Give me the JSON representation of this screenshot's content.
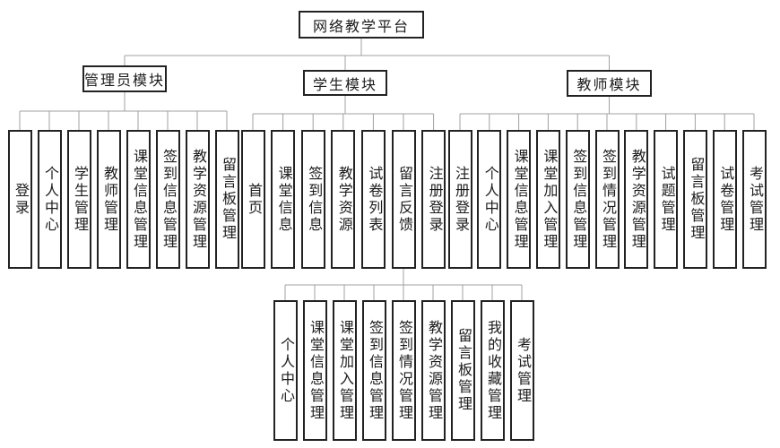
{
  "diagram": {
    "root": "网络教学平台",
    "modules": [
      {
        "label": "管理员模块",
        "children": [
          "登录",
          "个人中心",
          "学生管理",
          "教师管理",
          "课堂信息管理",
          "签到信息管理",
          "教学资源管理",
          "留言板管理"
        ]
      },
      {
        "label": "学生模块",
        "children": [
          "首页",
          "课堂信息",
          "签到信息",
          "教学资源",
          "试卷列表",
          "留言反馈",
          "注册登录"
        ]
      },
      {
        "label": "教师模块",
        "children": [
          "注册登录",
          "个人中心",
          "课堂信息管理",
          "课堂加入管理",
          "签到信息管理",
          "签到情况管理",
          "教学资源管理",
          "试题管理",
          "留言板管理",
          "试卷管理",
          "考试管理"
        ]
      }
    ],
    "sub_tree": {
      "parent_label": "留言反馈",
      "children": [
        "个人中心",
        "课堂信息管理",
        "课堂加入管理",
        "签到信息管理",
        "签到情况管理",
        "教学资源管理",
        "留言板管理",
        "我的收藏管理",
        "考试管理"
      ]
    },
    "colors": {
      "background": "#ffffff",
      "box_border": "#222222",
      "connector_line": "#a0a0a0",
      "text": "#1c1c1c"
    }
  }
}
